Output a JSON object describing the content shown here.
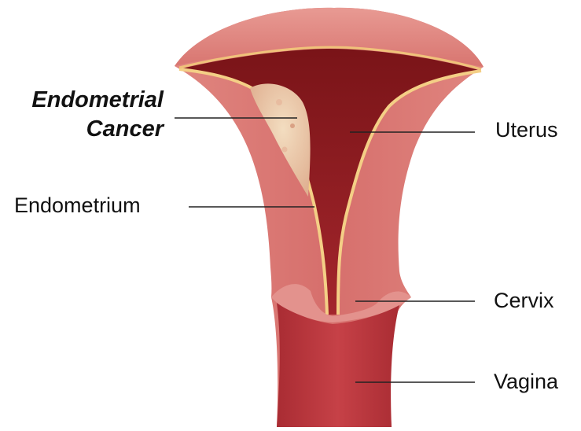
{
  "labels": {
    "cancer_line1": "Endometrial",
    "cancer_line2": "Cancer",
    "endometrium": "Endometrium",
    "uterus": "Uterus",
    "cervix": "Cervix",
    "vagina": "Vagina"
  },
  "colors": {
    "muscle": "#d66f6c",
    "muscle_light": "#e3928d",
    "cavity": "#8e1c22",
    "lining": "#f4cf86",
    "tumor": "#ecc9a8",
    "vaginal_canal": "#b4343a",
    "leader_line": "#222222"
  }
}
